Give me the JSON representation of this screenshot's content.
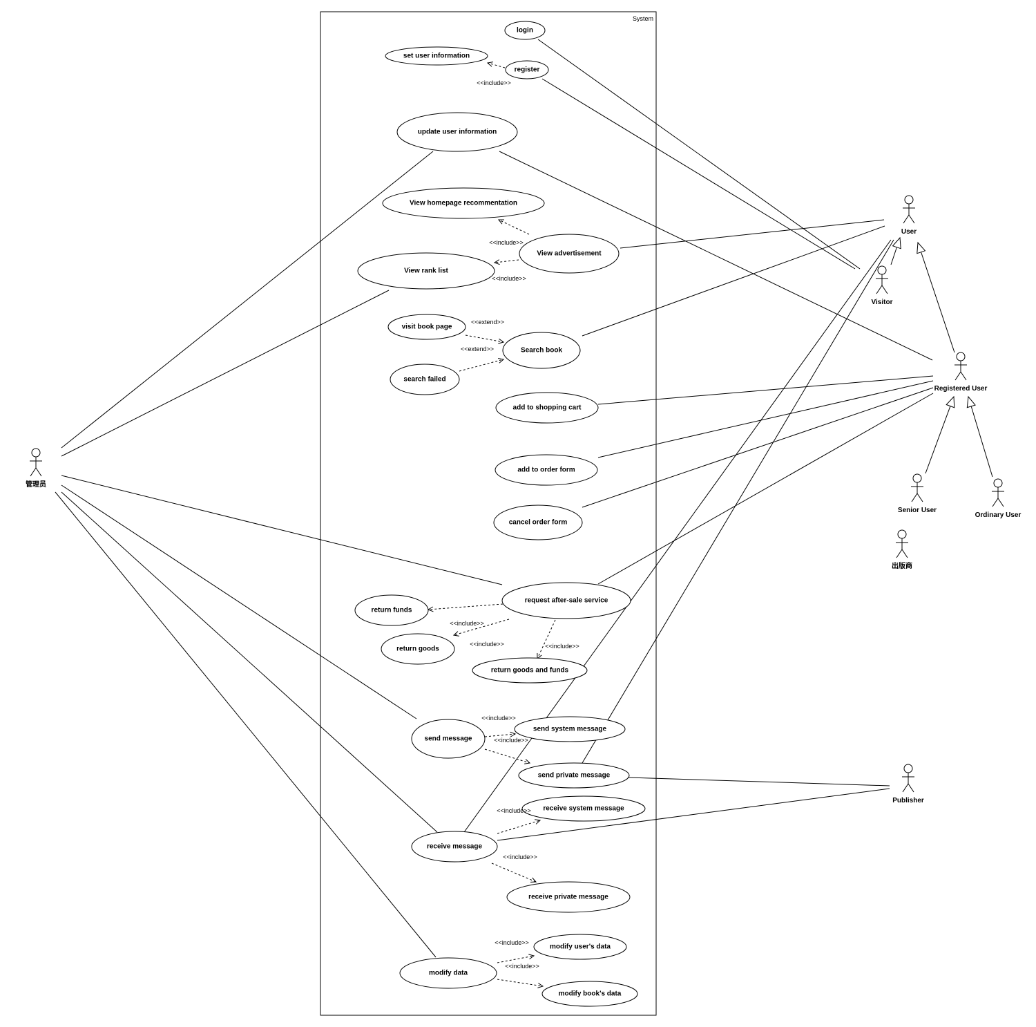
{
  "diagram": {
    "boundary_title": "System",
    "actors": [
      {
        "id": "admin",
        "label": "管理员"
      },
      {
        "id": "user",
        "label": "User"
      },
      {
        "id": "visitor",
        "label": "Visitor"
      },
      {
        "id": "registered",
        "label": "Registered User"
      },
      {
        "id": "senior",
        "label": "Senior User"
      },
      {
        "id": "ordinary",
        "label": "Ordinary User"
      },
      {
        "id": "chubanshang",
        "label": "出版商"
      },
      {
        "id": "publisher",
        "label": "Publisher"
      }
    ],
    "use_cases": [
      {
        "id": "login",
        "label": "login"
      },
      {
        "id": "set_user_info",
        "label": "set user information"
      },
      {
        "id": "register",
        "label": "register"
      },
      {
        "id": "update_user_info",
        "label": "update user information"
      },
      {
        "id": "view_homepage",
        "label": "View homepage recommentation"
      },
      {
        "id": "view_ad",
        "label": "View advertisement"
      },
      {
        "id": "view_rank",
        "label": "View rank list"
      },
      {
        "id": "visit_book",
        "label": "visit book page"
      },
      {
        "id": "search_book",
        "label": "Search book"
      },
      {
        "id": "search_failed",
        "label": "search failed"
      },
      {
        "id": "add_cart",
        "label": "add to shopping cart"
      },
      {
        "id": "add_order",
        "label": "add to order form"
      },
      {
        "id": "cancel_order",
        "label": "cancel order form"
      },
      {
        "id": "after_sale",
        "label": "request after-sale service"
      },
      {
        "id": "return_funds",
        "label": "return funds"
      },
      {
        "id": "return_goods",
        "label": "return goods"
      },
      {
        "id": "return_goods_funds",
        "label": "return goods and funds"
      },
      {
        "id": "send_message",
        "label": "send message"
      },
      {
        "id": "send_system",
        "label": "send system message"
      },
      {
        "id": "send_private",
        "label": "send private message"
      },
      {
        "id": "receive_system",
        "label": "receive system message"
      },
      {
        "id": "receive_message",
        "label": "receive message"
      },
      {
        "id": "receive_private",
        "label": "receive private message"
      },
      {
        "id": "modify_user",
        "label": "modify user's data"
      },
      {
        "id": "modify_data",
        "label": "modify data"
      },
      {
        "id": "modify_book",
        "label": "modify book's data"
      }
    ],
    "stereotypes": {
      "include": "<<include>>",
      "extend": "<<extend>>"
    }
  }
}
